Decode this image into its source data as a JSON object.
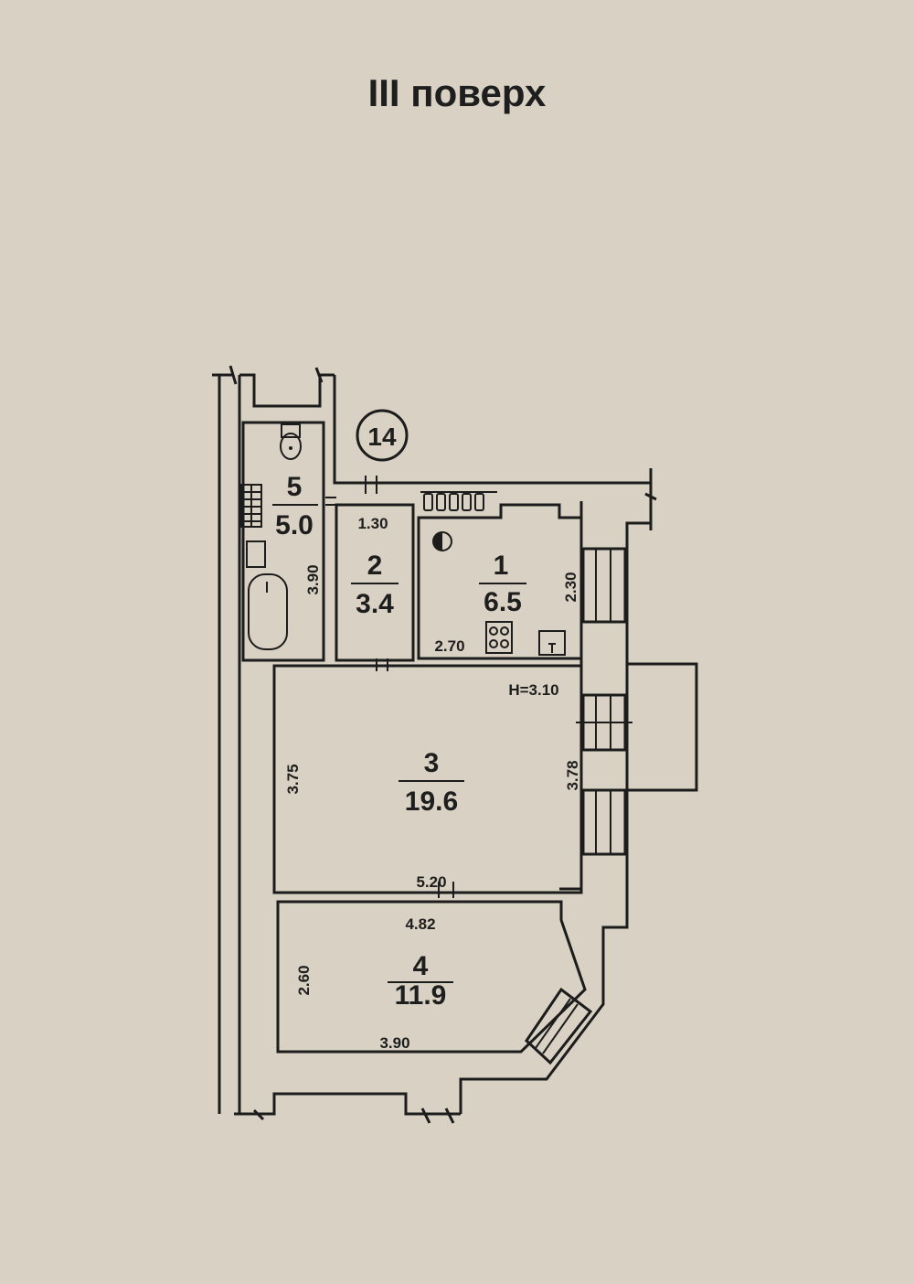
{
  "title": "III поверх",
  "apartment_number": "14",
  "height_label": "H=3.10",
  "rooms": [
    {
      "number": "1",
      "area": "6.5"
    },
    {
      "number": "2",
      "area": "3.4"
    },
    {
      "number": "3",
      "area": "19.6"
    },
    {
      "number": "4",
      "area": "11.9"
    },
    {
      "number": "5",
      "area": "5.0"
    }
  ],
  "dimensions": {
    "room2_width": "1.30",
    "room5_length": "3.90",
    "room1_width": "2.70",
    "room1_length": "2.30",
    "room3_left": "3.75",
    "room3_right": "3.78",
    "room3_bottom": "5.20",
    "room4_top": "4.82",
    "room4_left": "2.60",
    "room4_bottom": "3.90"
  }
}
